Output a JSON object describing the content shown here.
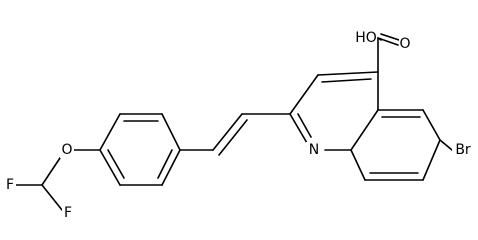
{
  "atoms": {
    "carboxyl_oh": "HO",
    "carbonyl_o": "O",
    "ring_n": "N",
    "bromine": "Br",
    "ether_o": "O",
    "fluorine_top": "F",
    "fluorine_bottom": "F"
  },
  "colors": {
    "bond": "#000000",
    "text": "#000000",
    "background": "#ffffff"
  }
}
